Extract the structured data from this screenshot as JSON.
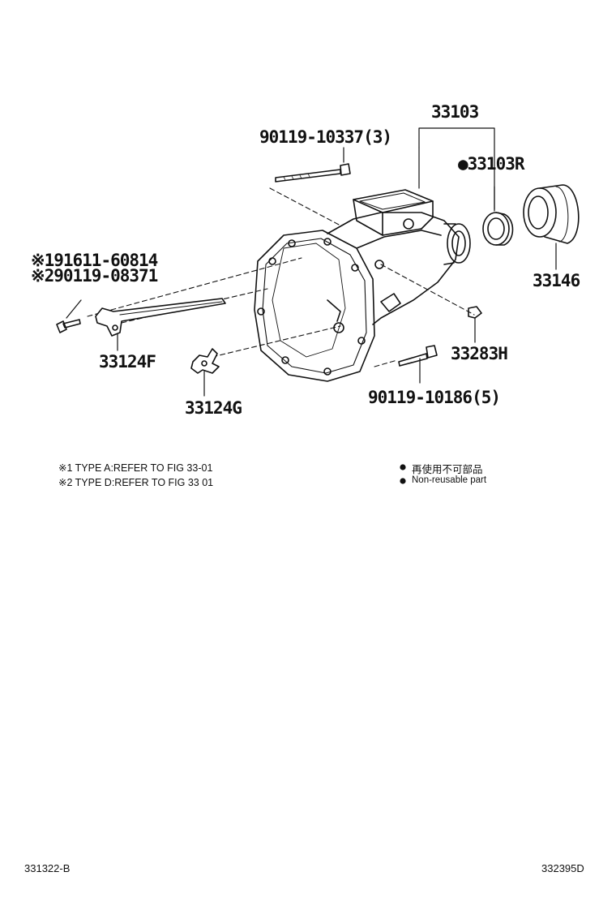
{
  "parts": {
    "p33103": "33103",
    "p33103R": "●33103R",
    "p90119_10337": "90119-10337(3)",
    "p91611": "※191611-60814",
    "p90119_08371": "※290119-08371",
    "p33146": "33146",
    "p33124F": "33124F",
    "p33283H": "33283H",
    "p33124G": "33124G",
    "p90119_10186": "90119-10186(5)"
  },
  "notes": {
    "type_a": "※1 TYPE A:REFER TO FIG 33-01",
    "type_d": "※2 TYPE D:REFER TO FIG 33 01",
    "non_reusable_jp": "再使用不可部品",
    "non_reusable_en": "Non-reusable part"
  },
  "footer": {
    "left_code": "331322-B",
    "right_code": "332395D"
  }
}
